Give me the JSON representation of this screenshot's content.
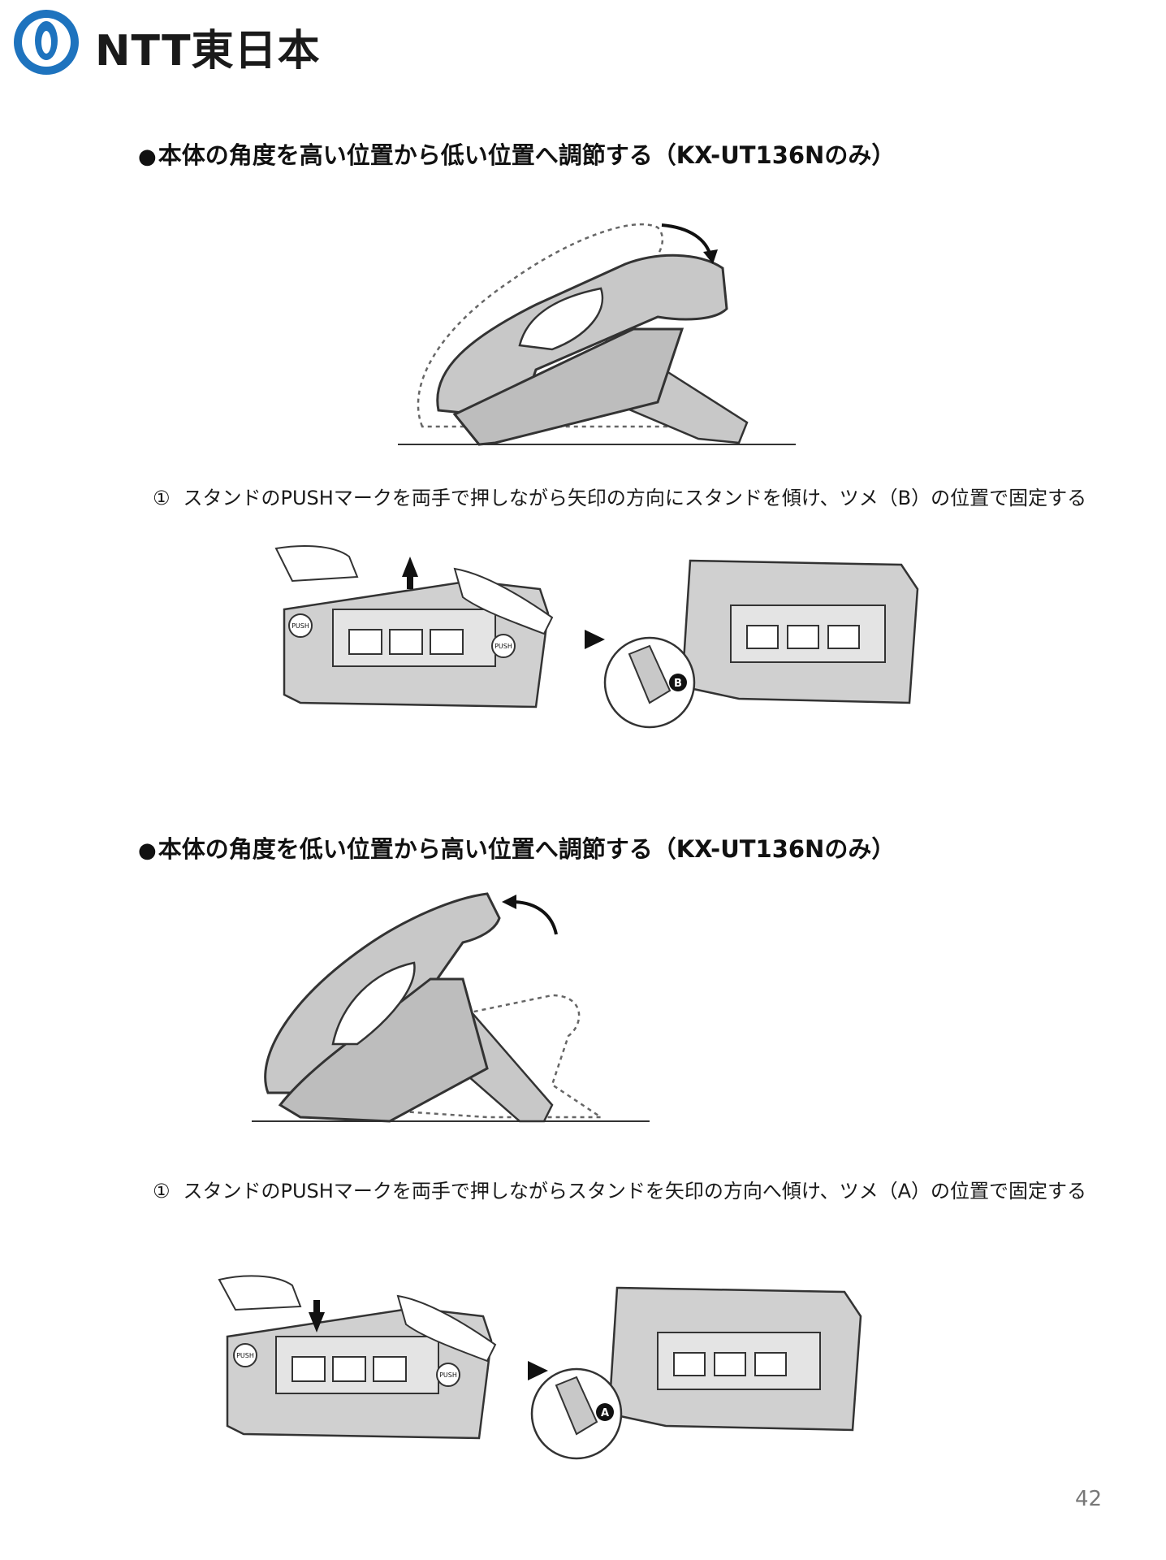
{
  "header": {
    "logo_text": "NTT東日本"
  },
  "sections": [
    {
      "heading": "本体の角度を高い位置から低い位置へ調節する（KX-UT136Nのみ）",
      "bullet": "●",
      "step_number": "①",
      "step_text": "スタンドのPUSHマークを両手で押しながら矢印の方向にスタンドを傾け、ツメ（B）の位置で固定する",
      "push_label": "PUSH",
      "callout_letter": "B"
    },
    {
      "heading": "本体の角度を低い位置から高い位置へ調節する（KX-UT136Nのみ）",
      "bullet": "●",
      "step_number": "①",
      "step_text": "スタンドのPUSHマークを両手で押しながらスタンドを矢印の方向へ傾け、ツメ（A）の位置で固定する",
      "push_label": "PUSH",
      "callout_letter": "A"
    }
  ],
  "page_number": "42",
  "colors": {
    "brand_blue": "#1e73be",
    "phone_fill": "#c8c8c8",
    "outline": "#333333"
  },
  "icons": {
    "logo": "ntt-ring-logo",
    "arrow": "right-triangle-arrow"
  }
}
